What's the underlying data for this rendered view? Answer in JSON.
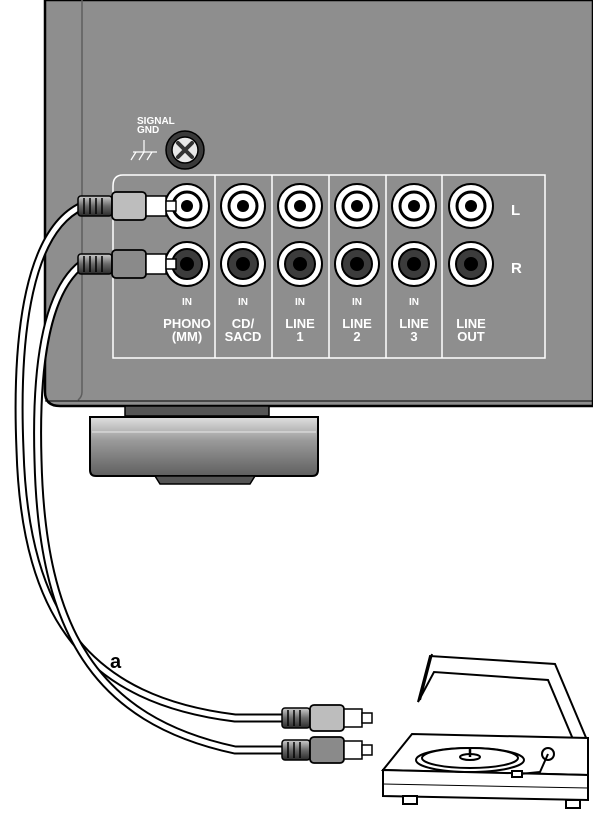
{
  "panel": {
    "signal_gnd": {
      "line1": "SIGNAL",
      "line2": "GND"
    },
    "side_labels": {
      "left": "L",
      "right": "R"
    },
    "inputs": [
      {
        "top": "IN",
        "name1": "PHONO",
        "name2": "(MM)"
      },
      {
        "top": "IN",
        "name1": "CD/",
        "name2": "SACD"
      },
      {
        "top": "IN",
        "name1": "LINE",
        "name2": "1"
      },
      {
        "top": "IN",
        "name1": "LINE",
        "name2": "2"
      },
      {
        "top": "IN",
        "name1": "LINE",
        "name2": "3"
      },
      {
        "top": "",
        "name1": "LINE",
        "name2": "OUT"
      }
    ]
  },
  "cable_label": "a",
  "colors": {
    "chassis": "#8e8e8e",
    "panel_line": "#ffffff",
    "jack_ring": "#ffffff"
  }
}
